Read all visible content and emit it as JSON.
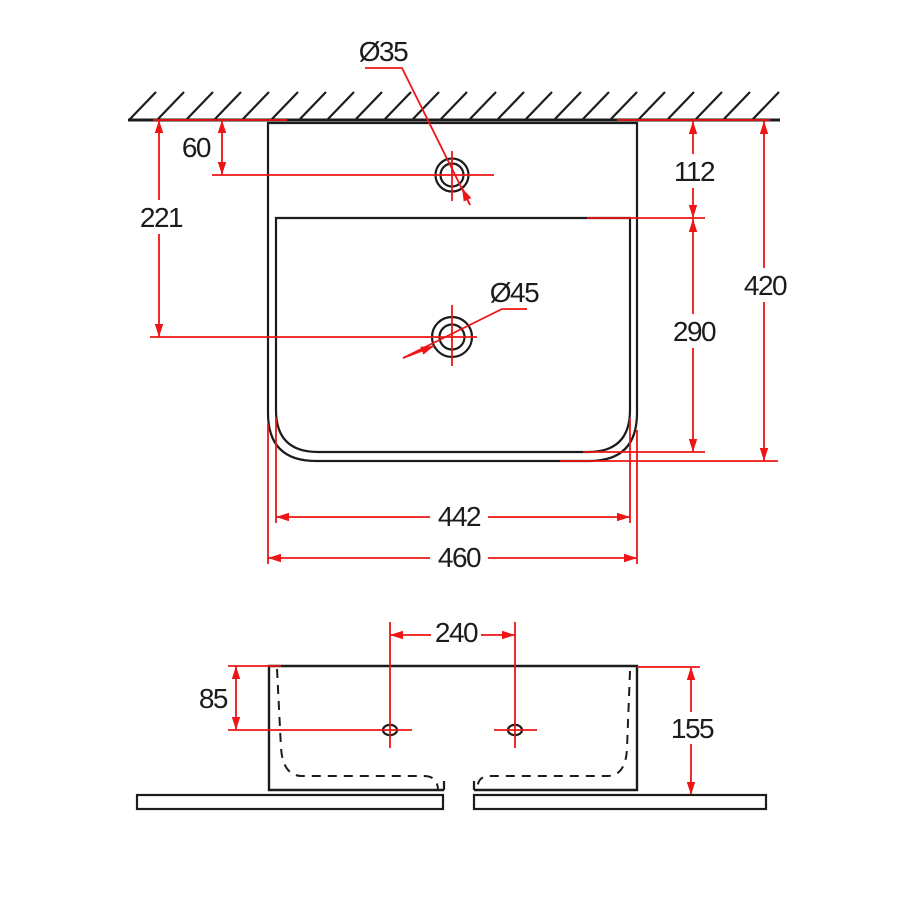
{
  "drawing": {
    "type": "technical-dimension-drawing",
    "subject": "wall-mounted-basin",
    "colors": {
      "outline": "#1c1c1c",
      "dimension_red": "#ed1515",
      "background": "#ffffff"
    },
    "top_view": {
      "tap_hole_label": "Ø35",
      "drain_hole_label": "Ø45",
      "dim_tap_center_from_wall": "60",
      "dim_drain_center_from_wall": "221",
      "dim_bowl_top_from_wall": "112",
      "dim_bowl_depth": "290",
      "dim_overall_depth": "420",
      "dim_bowl_width": "442",
      "dim_overall_width": "460"
    },
    "front_view": {
      "dim_hole_spacing": "240",
      "dim_holes_from_top": "85",
      "dim_overall_height": "155"
    }
  }
}
